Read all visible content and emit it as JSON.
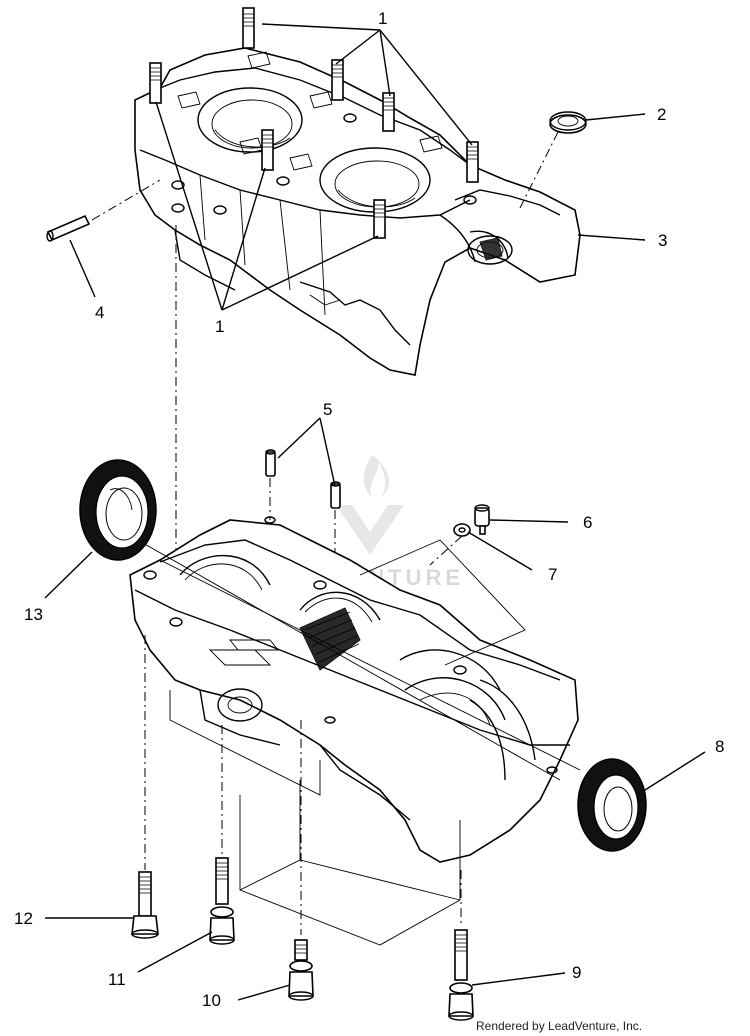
{
  "callouts": {
    "c1a": "1",
    "c1b": "1",
    "c2": "2",
    "c3": "3",
    "c4": "4",
    "c5": "5",
    "c6": "6",
    "c7": "7",
    "c8": "8",
    "c9": "9",
    "c10": "10",
    "c11": "11",
    "c12": "12",
    "c13": "13"
  },
  "watermark": {
    "text": "LEADVENTURE",
    "icon": "flame-v-logo"
  },
  "credit": "Rendered by LeadVenture, Inc."
}
